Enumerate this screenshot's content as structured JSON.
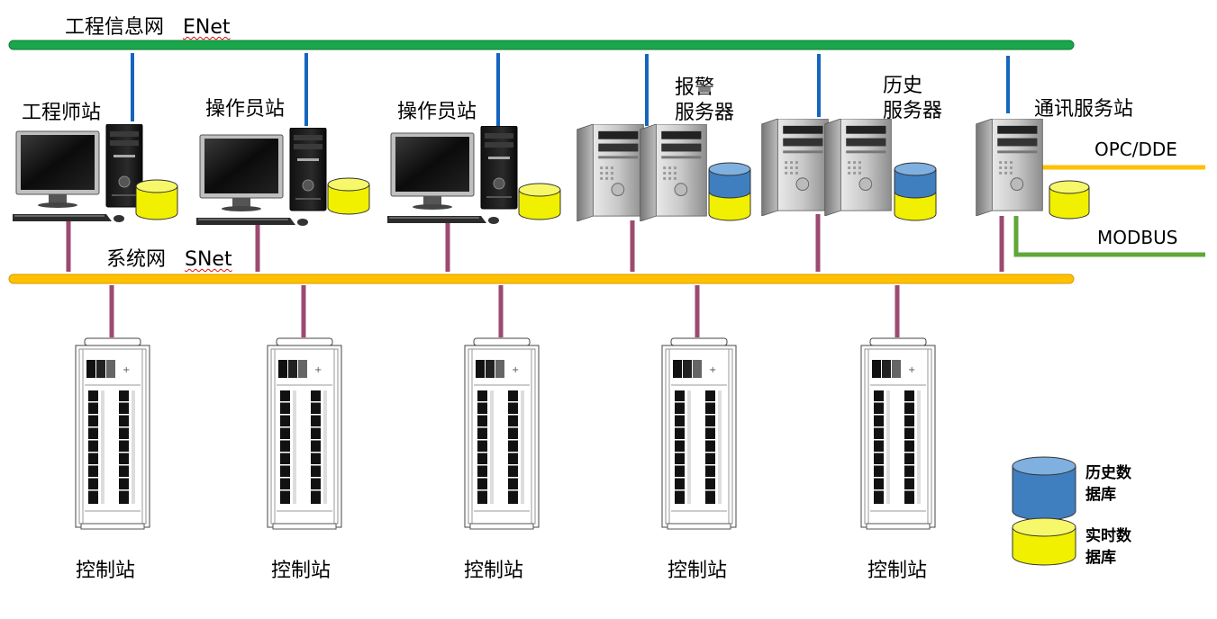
{
  "enet": {
    "cn": "工程信息网",
    "en": "ENet"
  },
  "snet": {
    "cn": "系统网",
    "en": "SNet"
  },
  "stations": {
    "engineer": "工程师站",
    "operator1": "操作员站",
    "operator2": "操作员站",
    "alarm_line1": "报警",
    "alarm_line2": "服务器",
    "history_line1": "历史",
    "history_line2": "服务器",
    "comm": "通讯服务站"
  },
  "protocols": {
    "opc": "OPC/DDE",
    "modbus": "MODBUS"
  },
  "control_stations": [
    "控制站",
    "控制站",
    "控制站",
    "控制站",
    "控制站"
  ],
  "legend": {
    "history_db": [
      "历史数",
      "据库"
    ],
    "realtime_db": [
      "实时数",
      "据库"
    ]
  },
  "colors": {
    "enet": "#1aa64a",
    "snet": "#ffc000",
    "enet_drop": "#1565c0",
    "snet_drop": "#9c4a70",
    "opc_line": "#ffc000",
    "modbus_line": "#5fa838",
    "history_db": "#3f7fbf",
    "realtime_db": "#f0f000"
  }
}
